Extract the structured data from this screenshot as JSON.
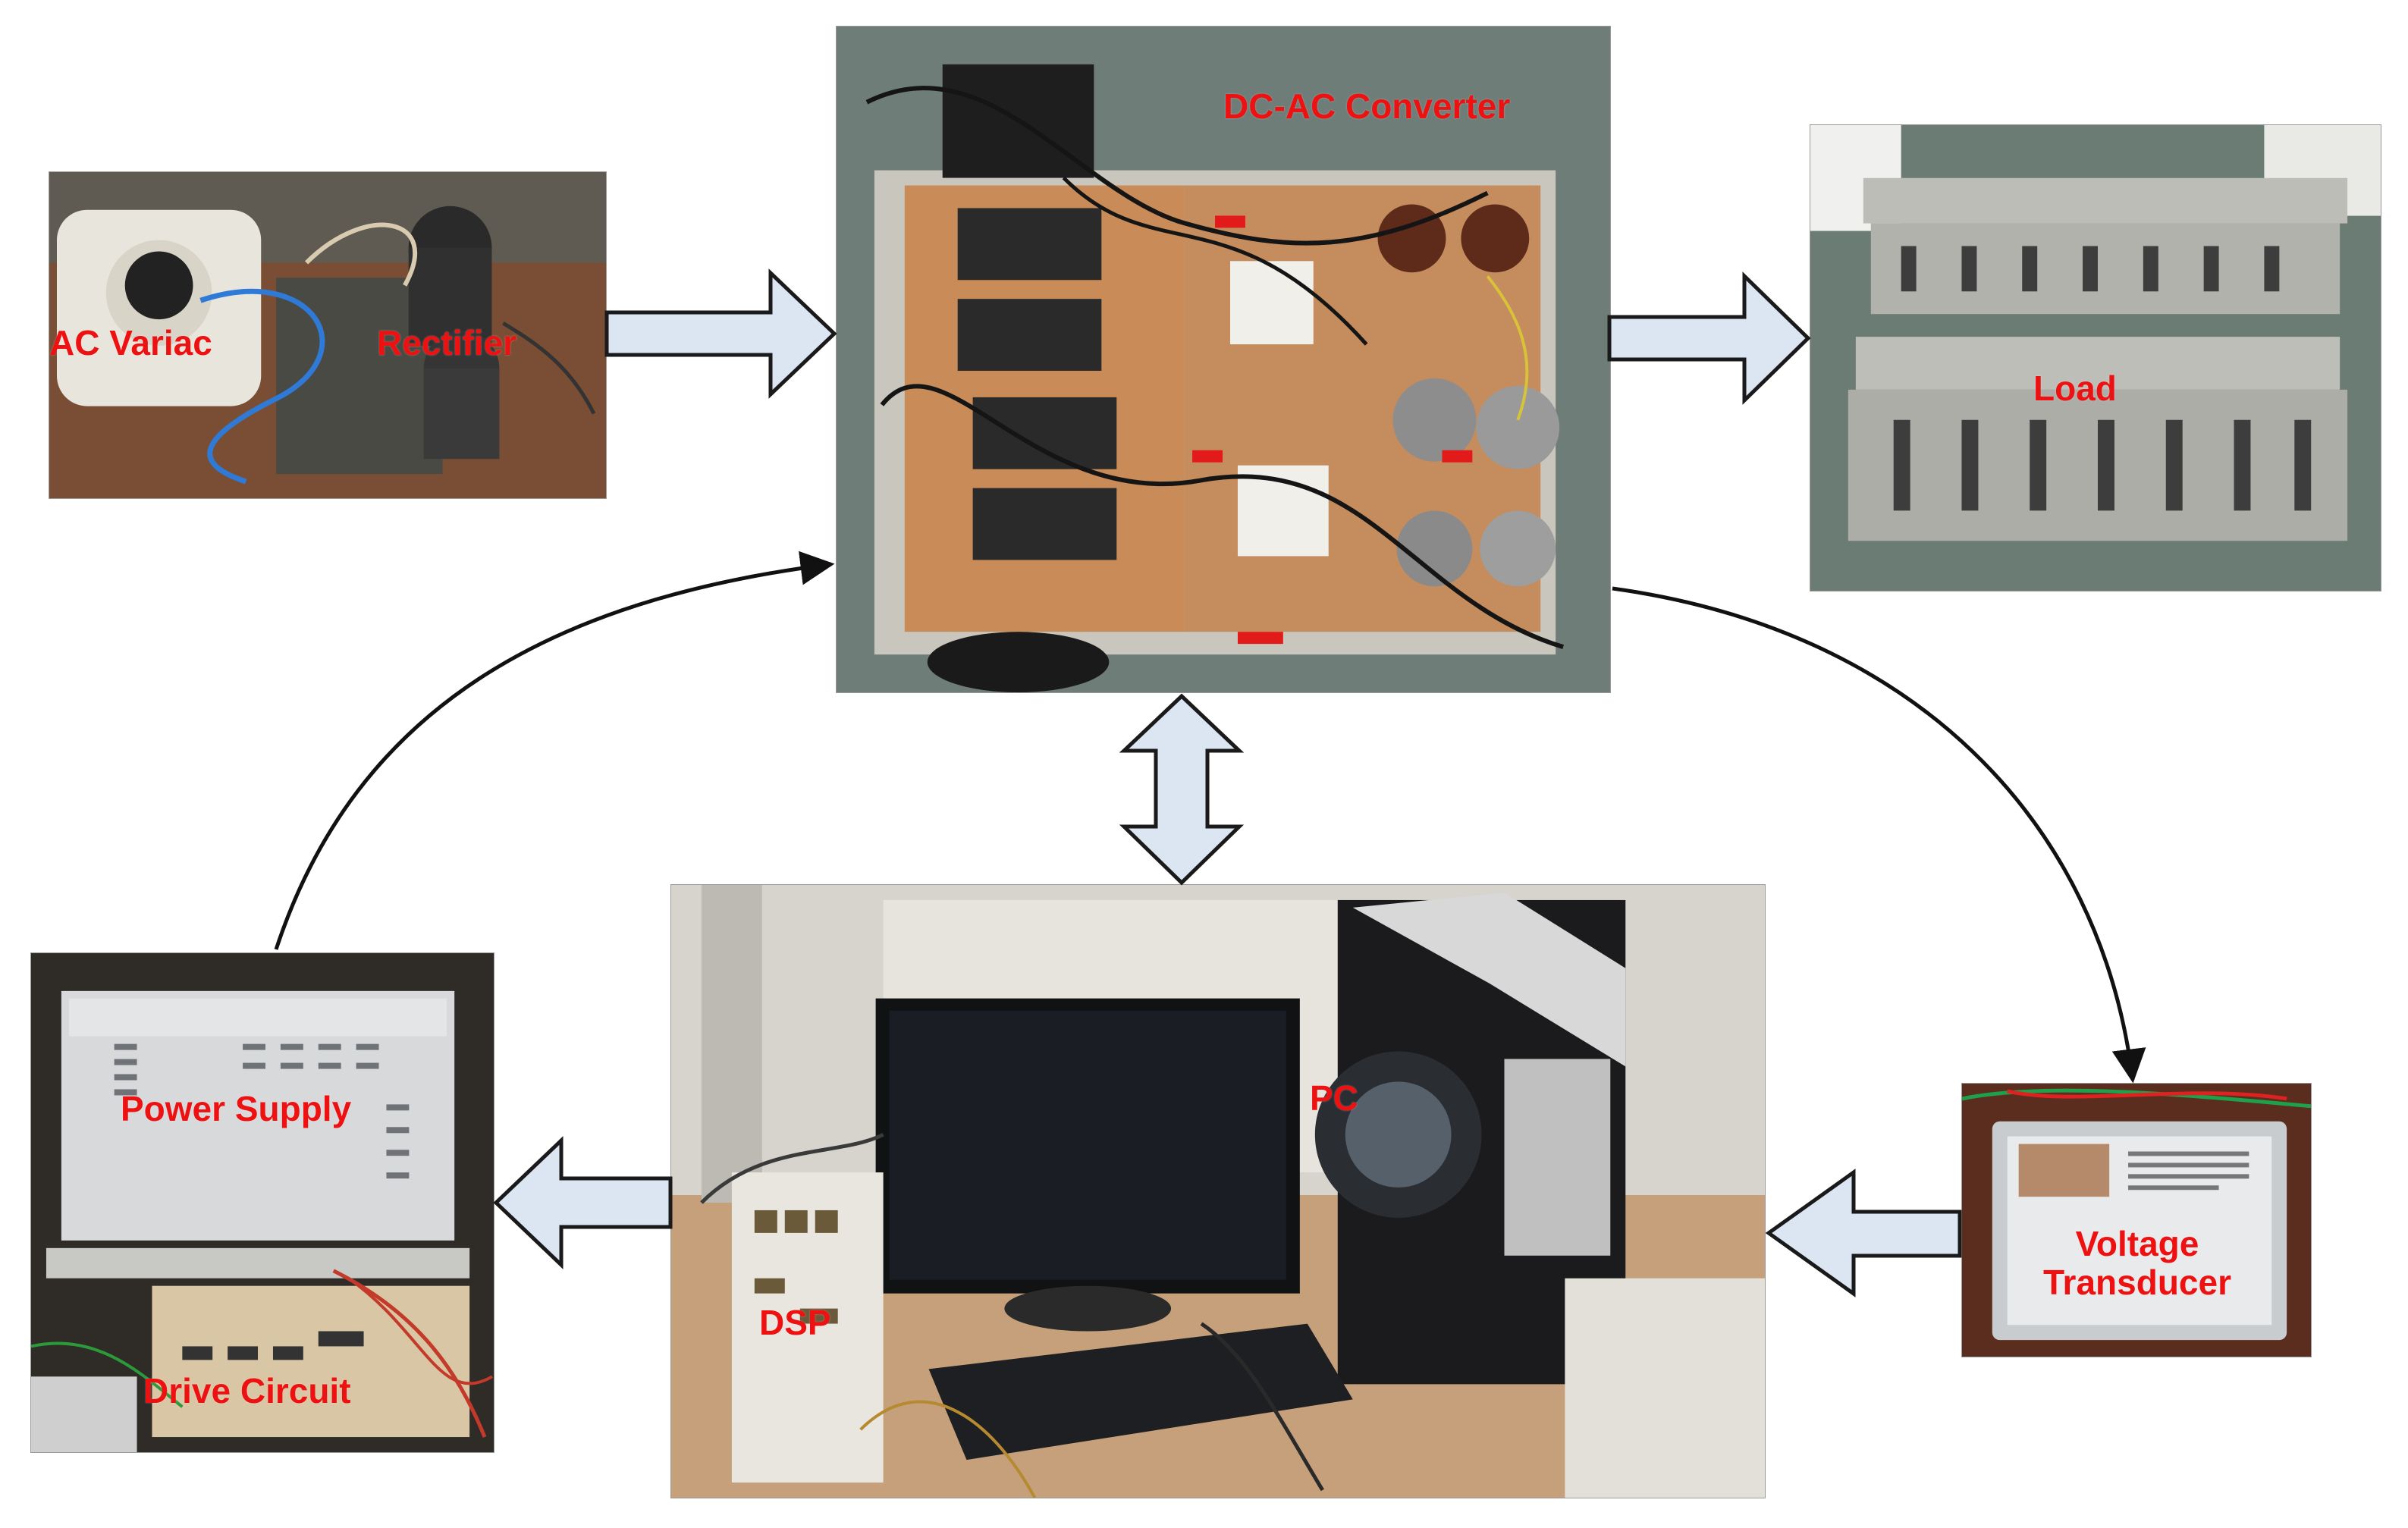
{
  "labels": {
    "ac_variac": "AC Variac",
    "rectifier": "Rectifier",
    "dc_ac_converter": "DC-AC Converter",
    "load": "Load",
    "power_supply": "Power Supply",
    "drive_circuit": "Drive Circuit",
    "pc": "PC",
    "dsp": "DSP",
    "voltage_transducer_line1": "Voltage",
    "voltage_transducer_line2": "Transducer"
  },
  "colors": {
    "label_red": "#ee1111",
    "block_arrow_fill": "#dce6f2",
    "block_arrow_stroke": "#1a1a1a",
    "curve_stroke": "#111111"
  }
}
